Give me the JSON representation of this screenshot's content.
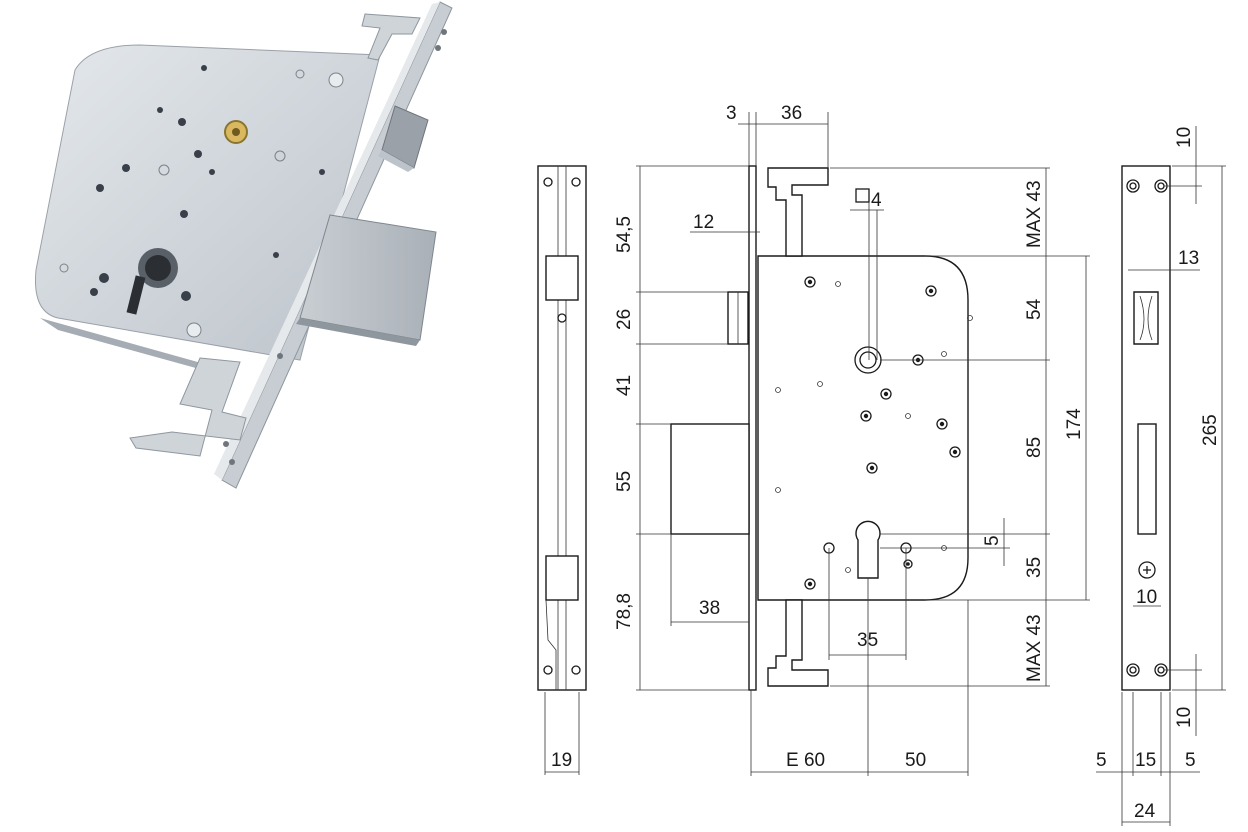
{
  "photo": {
    "subject": "mortise lock body with deadbolt and latch"
  },
  "dimensions": {
    "d3": "3",
    "d36": "36",
    "d12": "12",
    "d4": "4",
    "d54_5": "54,5",
    "d26": "26",
    "d41": "41",
    "d55": "55",
    "d78_8": "78,8",
    "d38": "38",
    "d35_mid": "35",
    "e60": "E 60",
    "d50": "50",
    "max43_top": "MAX 43",
    "max43_bottom": "MAX 43",
    "d54": "54",
    "d85": "85",
    "d35_right": "35",
    "d5": "5",
    "d174": "174",
    "d19": "19",
    "d10_top": "10",
    "d13": "13",
    "d265": "265",
    "d10_mid": "10",
    "d10_bottom": "10",
    "d5_left": "5",
    "d15": "15",
    "d5_right": "5",
    "d24": "24"
  },
  "colors": {
    "line": "#1a1a1a",
    "metal_light": "#d6dbe0",
    "metal_mid": "#b9c0c7",
    "metal_dark": "#8e969e"
  }
}
